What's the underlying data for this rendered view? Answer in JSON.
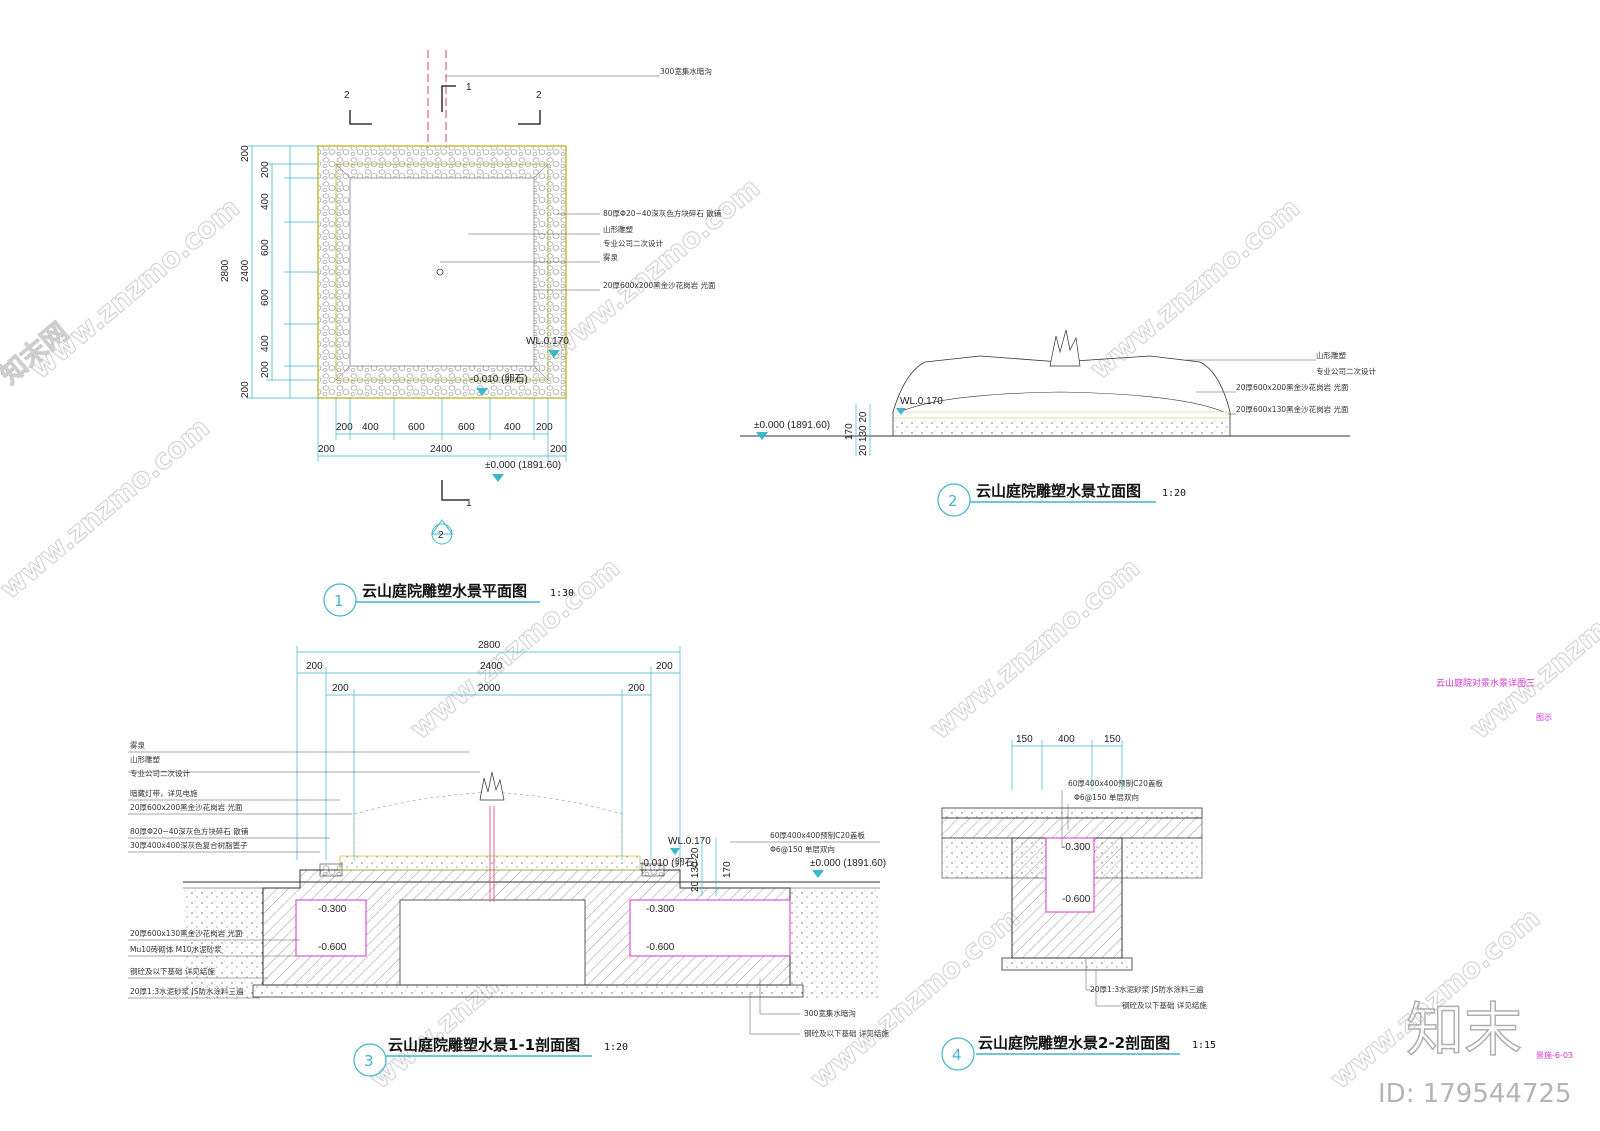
{
  "plan": {
    "leader_top": "300宽集水暗沟",
    "leader_pebble": "80厚Φ20~40深灰色方块碎石  散铺",
    "leader_sculpture": "山形雕塑",
    "leader_design": "专业公司二次设计",
    "leader_mist": "雾泉",
    "leader_granite": "20厚600x200黑金沙花岗岩  光面",
    "water_level": "WL.0.170",
    "elev_pebble": "-0.010 (卵石)",
    "elev_zero": "±0.000 (1891.60)",
    "section_no_1": "1",
    "section_no_2": "2",
    "dims_left": [
      "200",
      "200",
      "400",
      "600",
      "600",
      "400",
      "200",
      "200"
    ],
    "dim_left_2400": "2400",
    "dim_left_2800": "2800",
    "dims_bottom": [
      "200",
      "400",
      "600",
      "600",
      "400",
      "200"
    ],
    "dim_bottom_outer_left": "200",
    "dim_bottom_2400": "2400",
    "dim_bottom_outer_right": "200",
    "north_mark": "2",
    "title_no": "1",
    "title": "云山庭院雕塑水景平面图",
    "scale": "1:30"
  },
  "elevation": {
    "leader_sculpture": "山形雕塑",
    "leader_design": "专业公司二次设计",
    "leader_granite_1": "20厚600x200黑金沙花岗岩  光面",
    "leader_granite_2": "20厚600x130黑金沙花岗岩  光面",
    "water_level": "WL.0.170",
    "elev_zero": "±0.000 (1891.60)",
    "dim_170": "170",
    "dim_20_130_20": "20 130 20",
    "title_no": "2",
    "title": "云山庭院雕塑水景立面图",
    "scale": "1:20"
  },
  "section11": {
    "dim_2800": "2800",
    "dim_200_l": "200",
    "dim_2400": "2400",
    "dim_200_r": "200",
    "dim_200_l2": "200",
    "dim_2000": "2000",
    "dim_200_r2": "200",
    "leader_mist": "雾泉",
    "leader_sculpture": "山形雕塑",
    "leader_design": "专业公司二次设计",
    "leader_light": "暗藏灯带，详见电施",
    "leader_granite": "20厚600x200黑金沙花岗岩  光面",
    "leader_pebble": "80厚Φ20~40深灰色方块碎石  散铺",
    "leader_grate": "30厚400x400深灰色复合树脂篦子",
    "leader_granite2": "20厚600x130黑金沙花岗岩  光面",
    "leader_brick": "Mu10砖砌体  M10水泥砂浆",
    "leader_concrete": "钢砼及以下基础  详见结施",
    "leader_mortar": "20厚1:3水泥砂浆  JS防水涂料三遍",
    "leader_cover": "60厚400x400预制C20盖板",
    "leader_rebar": "Φ6@150  单层双向",
    "leader_drain": "300宽集水暗沟",
    "leader_concrete2": "钢砼及以下基础  详见结施",
    "water_level": "WL.0.170",
    "elev_zero": "±0.000 (1891.60)",
    "elev_pebble": "-0.010 (卵石)",
    "elev_m300_l": "-0.300",
    "elev_m600_l": "-0.600",
    "elev_m300_r": "-0.300",
    "elev_m600_r": "-0.600",
    "dim_170": "170",
    "dim_20_130_20": "20 130 20",
    "title_no": "3",
    "title": "云山庭院雕塑水景1-1剖面图",
    "scale": "1:20"
  },
  "section22": {
    "dim_150_l": "150",
    "dim_400": "400",
    "dim_150_r": "150",
    "leader_cover": "60厚400x400预制C20盖板",
    "leader_rebar": "Φ6@150  单层双向",
    "leader_mortar": "20厚1:3水泥砂浆  JS防水涂料三遍",
    "leader_concrete": "钢砼及以下基础  详见结施",
    "elev_m300": "-0.300",
    "elev_m600": "-0.600",
    "title_no": "4",
    "title": "云山庭院雕塑水景2-2剖面图",
    "scale": "1:15"
  },
  "titleblock": {
    "drawing_name": "云山庭院对景水景详图三",
    "drawing_label": "图示",
    "sheet_no": "景施-6-03"
  },
  "watermark": {
    "site": "www.znzmo.com",
    "brand": "知末网",
    "logo": "知末",
    "id": "ID: 179544725"
  },
  "colors": {
    "cyan": "#3fb6cc",
    "magenta": "#d633cc",
    "yellow": "#c9c24a",
    "red_dash": "#e0406a"
  }
}
